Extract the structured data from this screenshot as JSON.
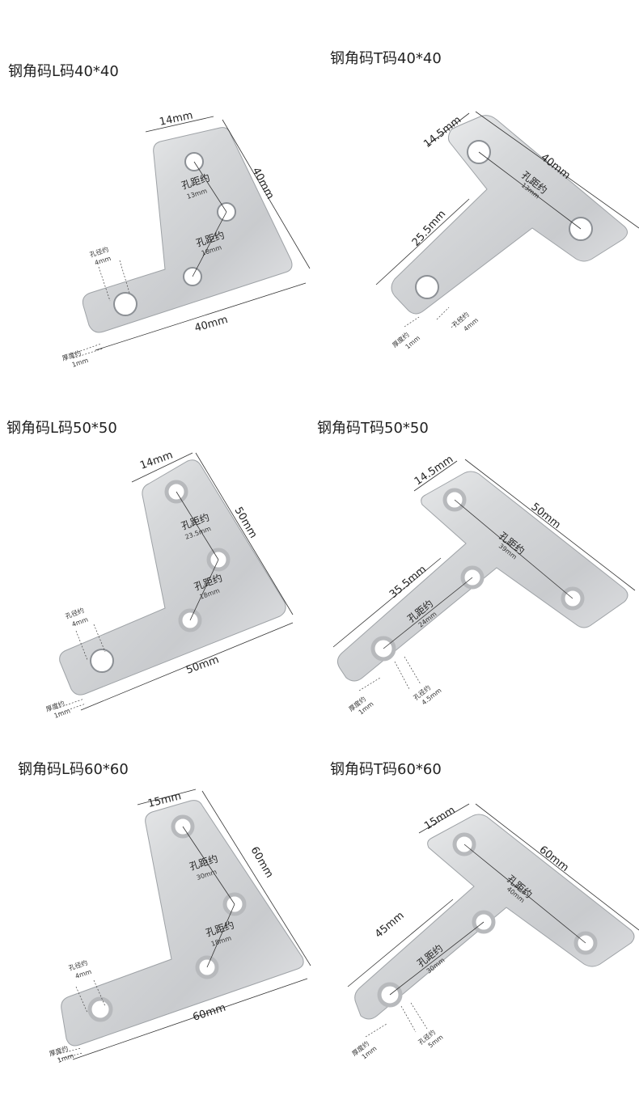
{
  "items": [
    {
      "title": "钢角码L码40*40",
      "dims": {
        "width": "14mm",
        "height": "40mm",
        "bottom": "40mm",
        "spacing1": "孔距约",
        "spacing1_val": "13mm",
        "spacing2": "孔距约",
        "spacing2_val": "18mm",
        "hole": "孔径约",
        "hole_val": "4mm",
        "thick": "厚度约",
        "thick_val": "1mm"
      }
    },
    {
      "title": "钢角码T码40*40",
      "dims": {
        "width": "14.5mm",
        "top": "40mm",
        "stem": "25.5mm",
        "spacing1": "孔距约",
        "spacing1_val": "13mm",
        "thick": "厚度约",
        "thick_val": "1mm",
        "hole": "孔径约",
        "hole_val": "4mm"
      }
    },
    {
      "title": "钢角码L码50*50",
      "dims": {
        "width": "14mm",
        "height": "50mm",
        "bottom": "50mm",
        "spacing1": "孔距约",
        "spacing1_val": "23.5mm",
        "spacing2": "孔距约",
        "spacing2_val": "18mm",
        "hole": "孔径约",
        "hole_val": "4mm",
        "thick": "厚度约",
        "thick_val": "1mm"
      }
    },
    {
      "title": "钢角码T码50*50",
      "dims": {
        "width": "14.5mm",
        "top": "50mm",
        "stem": "35.5mm",
        "spacing1": "孔距约",
        "spacing1_val": "39mm",
        "spacing2": "孔距约",
        "spacing2_val": "24mm",
        "thick": "厚度约",
        "thick_val": "1mm",
        "hole": "孔径约",
        "hole_val": "4.5mm"
      }
    },
    {
      "title": "钢角码L码60*60",
      "dims": {
        "width": "15mm",
        "height": "60mm",
        "bottom": "60mm",
        "spacing1": "孔距约",
        "spacing1_val": "30mm",
        "spacing2": "孔距约",
        "spacing2_val": "18mm",
        "hole": "孔径约",
        "hole_val": "4mm",
        "thick": "厚度约",
        "thick_val": "1mm"
      }
    },
    {
      "title": "钢角码T码60*60",
      "dims": {
        "width": "15mm",
        "top": "60mm",
        "stem": "45mm",
        "spacing1": "孔距约",
        "spacing1_val": "40mm",
        "spacing2": "孔距约",
        "spacing2_val": "30mm",
        "thick": "厚度约",
        "thick_val": "1mm",
        "hole": "孔径约",
        "hole_val": "5mm"
      }
    }
  ]
}
